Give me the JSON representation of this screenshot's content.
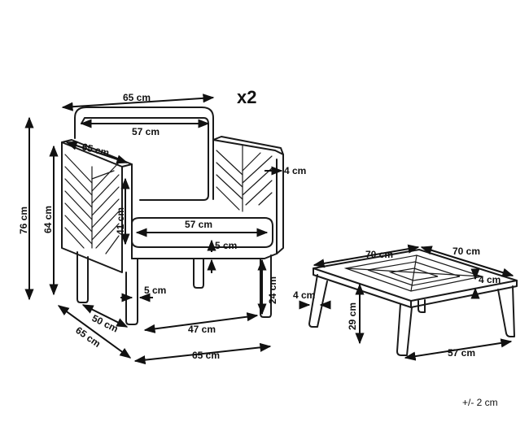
{
  "quantity": "x2",
  "tolerance": "+/- 2 cm",
  "chair": {
    "top_width": "65 cm",
    "backrest_cushion_width": "57 cm",
    "armrest_depth": "65 cm",
    "armrest_thickness": "4 cm",
    "total_height": "76 cm",
    "armrest_height": "64 cm",
    "backrest_height": "41 cm",
    "seat_width": "57 cm",
    "seat_cushion_thickness": "5 cm",
    "leg_thickness": "5 cm",
    "seat_height": "24 cm",
    "seat_depth": "50 cm",
    "base_depth": "65 cm",
    "leg_spacing": "47 cm",
    "base_width": "65 cm"
  },
  "table": {
    "top_depth": "70 cm",
    "top_width": "70 cm",
    "top_thickness": "4 cm",
    "leg_thickness": "4 cm",
    "height": "29 cm",
    "leg_span": "57 cm"
  }
}
